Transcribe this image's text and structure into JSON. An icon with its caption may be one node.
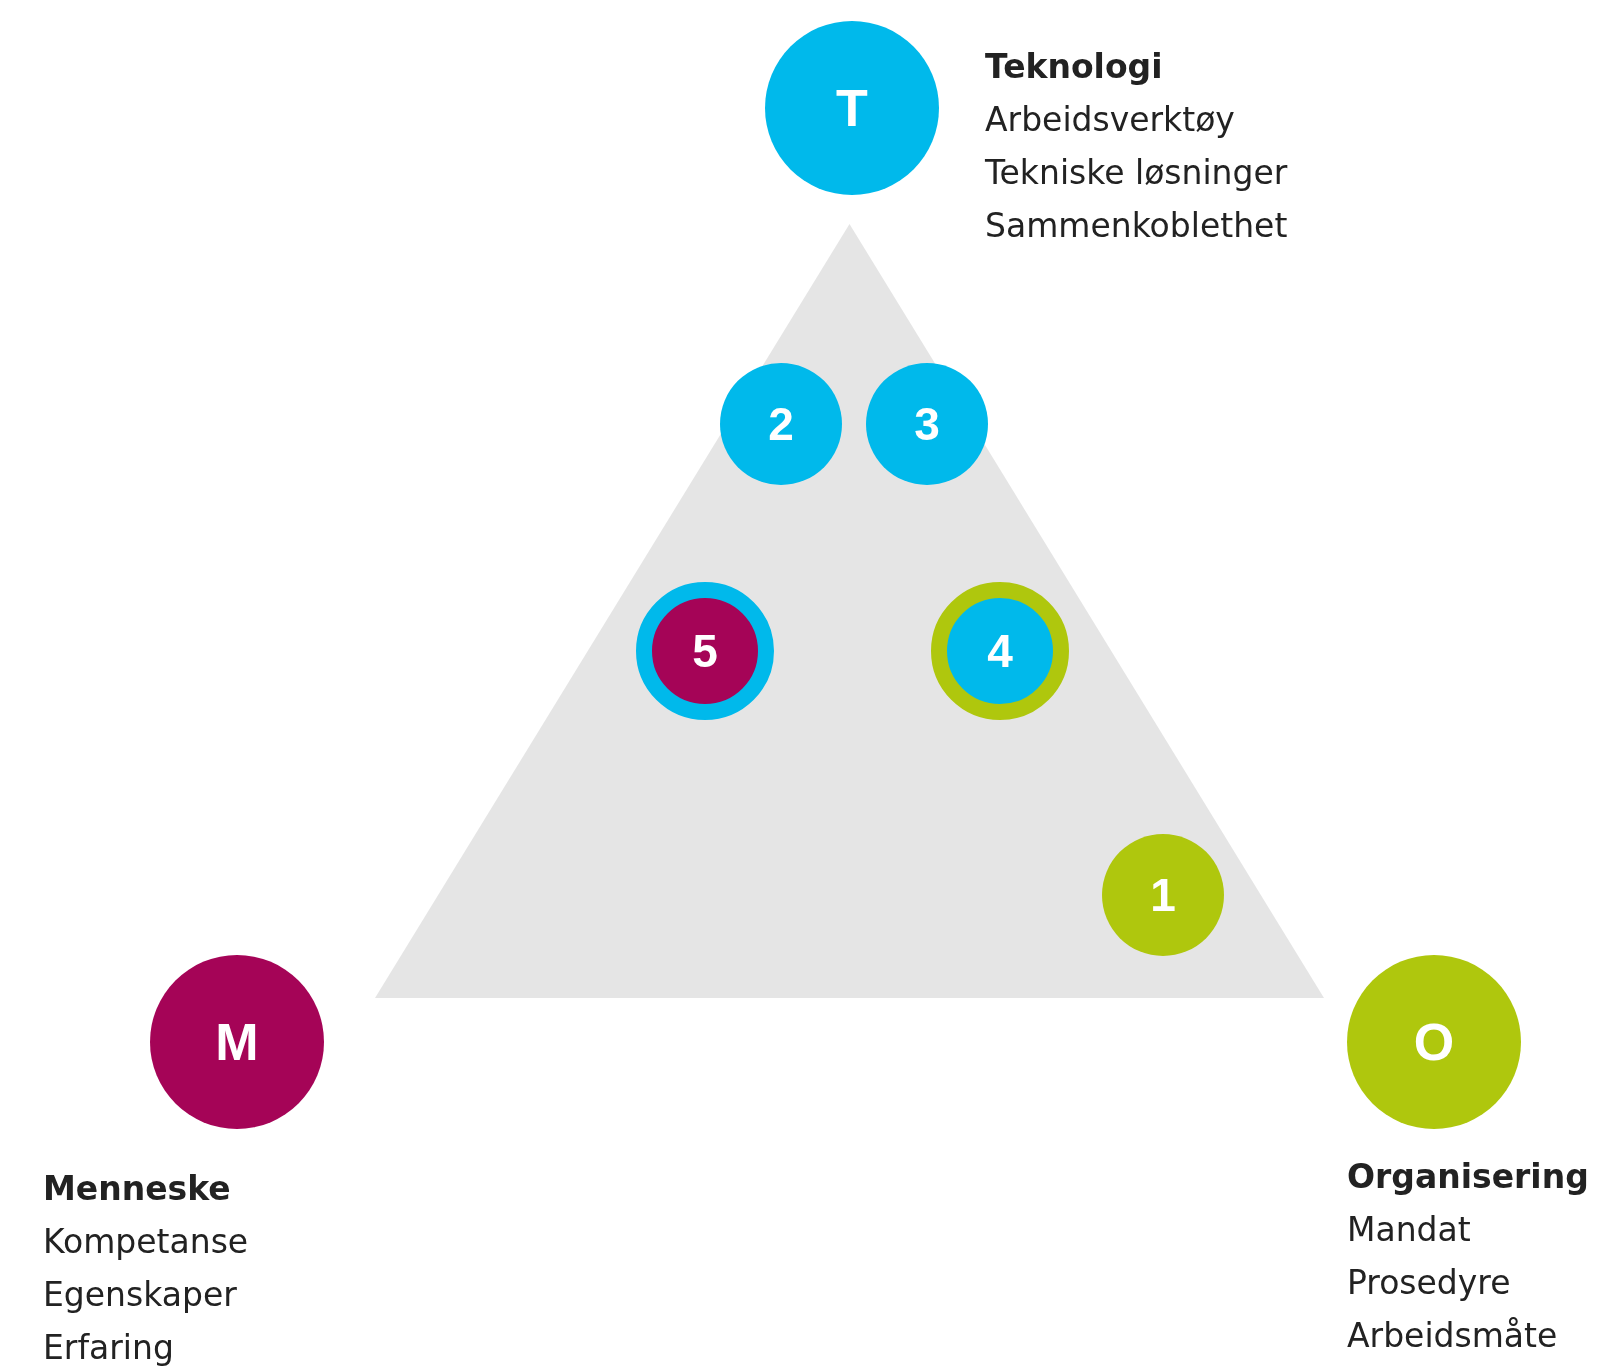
{
  "diagram": {
    "nodes": [
      {
        "text": [
          "T"
        ],
        "beside": [
          "Teknologi",
          "Arbeidsverktøy",
          "Tekniske løsninger",
          "Sammenkoblethet"
        ]
      },
      {
        "text": [],
        "shape": "triangle"
      },
      {
        "text": [
          "2"
        ],
        "in": 1
      },
      {
        "text": [
          "3"
        ],
        "in": 1
      },
      {
        "text": [
          "5"
        ],
        "in": 1
      },
      {
        "text": [
          "4"
        ],
        "in": 1
      },
      {
        "text": [
          "1"
        ],
        "in": 1
      },
      {
        "text": [
          "M"
        ],
        "beside": [
          "Menneske",
          "Kompetanse",
          "Egenskaper",
          "Erfaring"
        ]
      },
      {
        "text": [
          "O"
        ],
        "beside": [
          "Organisering",
          "Mandat",
          "Prosedyre",
          "Arbeidsmåte"
        ]
      }
    ]
  }
}
